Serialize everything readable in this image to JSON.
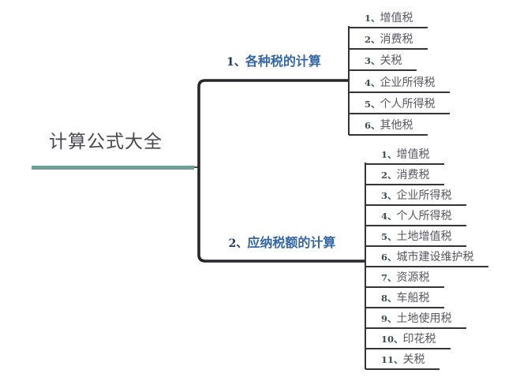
{
  "diagram": {
    "type": "mindmap",
    "colors": {
      "background": "#ffffff",
      "root_text": "#47474f",
      "root_underline": "#6f9f96",
      "branch_text": "#3465a4",
      "branch_number": "#1e3c63",
      "branch_connector": "#26262b",
      "child_text": "#57575f",
      "child_number": "#3d4d52",
      "child_underline": "#33333a"
    },
    "root": {
      "label": "计算公式大全"
    },
    "branches": [
      {
        "number": "1、",
        "label": "各种税的计算",
        "children": [
          {
            "number": "1、",
            "label": "增值税"
          },
          {
            "number": "2、",
            "label": "消费税"
          },
          {
            "number": "3、",
            "label": "关税"
          },
          {
            "number": "4、",
            "label": "企业所得税"
          },
          {
            "number": "5、",
            "label": "个人所得税"
          },
          {
            "number": "6、",
            "label": "其他税"
          }
        ]
      },
      {
        "number": "2、",
        "label": "应纳税额的计算",
        "children": [
          {
            "number": "1、",
            "label": "增值税"
          },
          {
            "number": "2、",
            "label": "消费税"
          },
          {
            "number": "3、",
            "label": "企业所得税"
          },
          {
            "number": "4、",
            "label": "个人所得税"
          },
          {
            "number": "5、",
            "label": "土地增值税"
          },
          {
            "number": "6、",
            "label": "城市建设维护税"
          },
          {
            "number": "7、",
            "label": "资源税"
          },
          {
            "number": "8、",
            "label": "车船税"
          },
          {
            "number": "9、",
            "label": "土地使用税"
          },
          {
            "number": "10、",
            "label": "印花税"
          },
          {
            "number": "11、",
            "label": "关税"
          }
        ]
      }
    ]
  }
}
